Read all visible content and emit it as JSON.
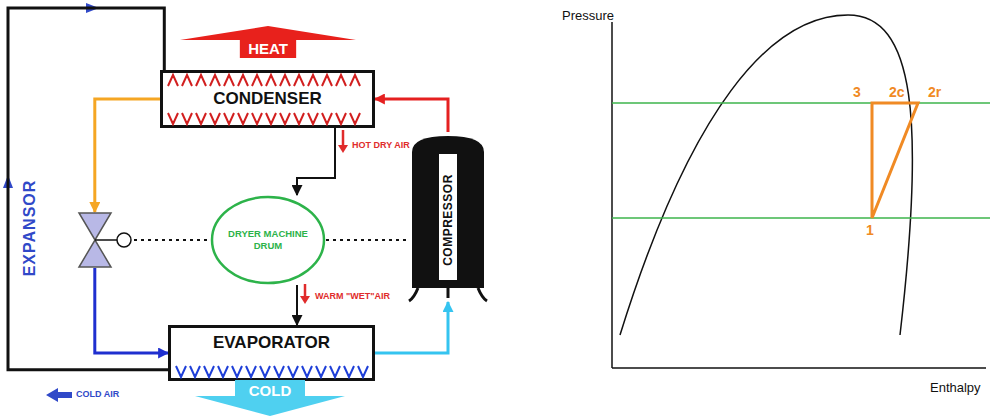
{
  "diagram": {
    "nodes": [
      {
        "text": [
          "HEAT"
        ]
      },
      {
        "text": [
          "CONDENSER"
        ]
      },
      {
        "text": [
          "EXPANSOR"
        ]
      },
      {
        "text": [
          "DRYER MACHINE DRUM"
        ]
      },
      {
        "text": [
          "COMPRESSOR"
        ]
      },
      {
        "text": [
          "EVAPORATOR"
        ]
      },
      {
        "text": [
          "COLD"
        ]
      }
    ],
    "edges": [
      {
        "from": 4,
        "to": 1,
        "arrow": "to"
      },
      {
        "from": 1,
        "to": 2,
        "arrow": "to"
      },
      {
        "from": 2,
        "to": 5,
        "arrow": "to"
      },
      {
        "from": 5,
        "to": 4,
        "arrow": "to"
      },
      {
        "from": 1,
        "to": 3,
        "arrow": "to",
        "label": "HOT DRY AIR"
      },
      {
        "from": 3,
        "to": 5,
        "arrow": "to",
        "label": "WARM \"WET\"AIR"
      },
      {
        "from": 5,
        "to": 1,
        "arrow": "none"
      },
      {
        "from": 2,
        "to": 3,
        "arrow": "none"
      },
      {
        "from": 3,
        "to": 4,
        "arrow": "none"
      }
    ],
    "labels": [
      "COLD AIR",
      "Pressure",
      "Enthalpy",
      "3",
      "2c",
      "2r",
      "1"
    ]
  }
}
